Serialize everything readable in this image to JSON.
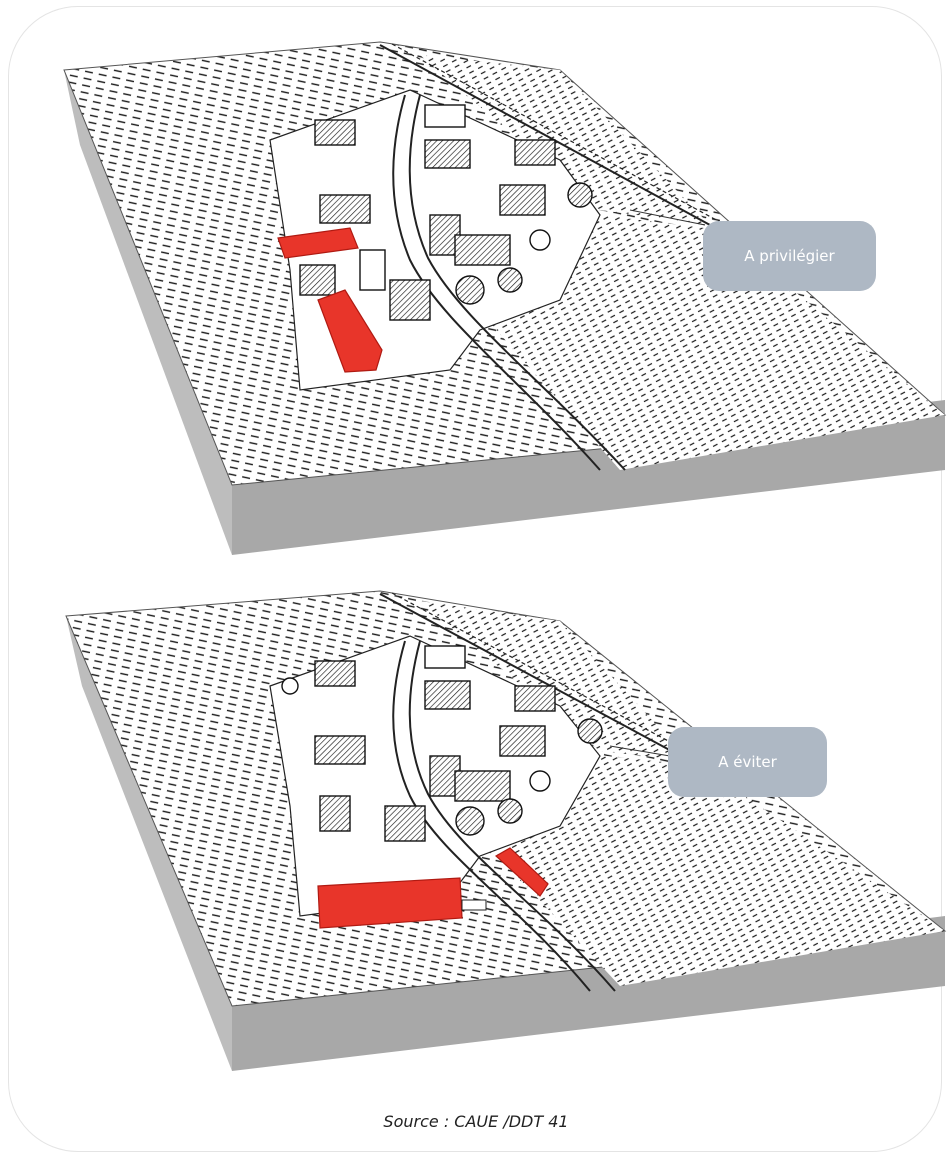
{
  "diagrams": [
    {
      "id": "top",
      "label": "A privilégier"
    },
    {
      "id": "bottom",
      "label": "A éviter"
    }
  ],
  "source": "Source : CAUE /DDT 41",
  "colors": {
    "new_building": "#e8352a",
    "callout_bg": "#aeb8c4",
    "block_side": "#bdbdbd",
    "ink": "#1a1a1a"
  }
}
